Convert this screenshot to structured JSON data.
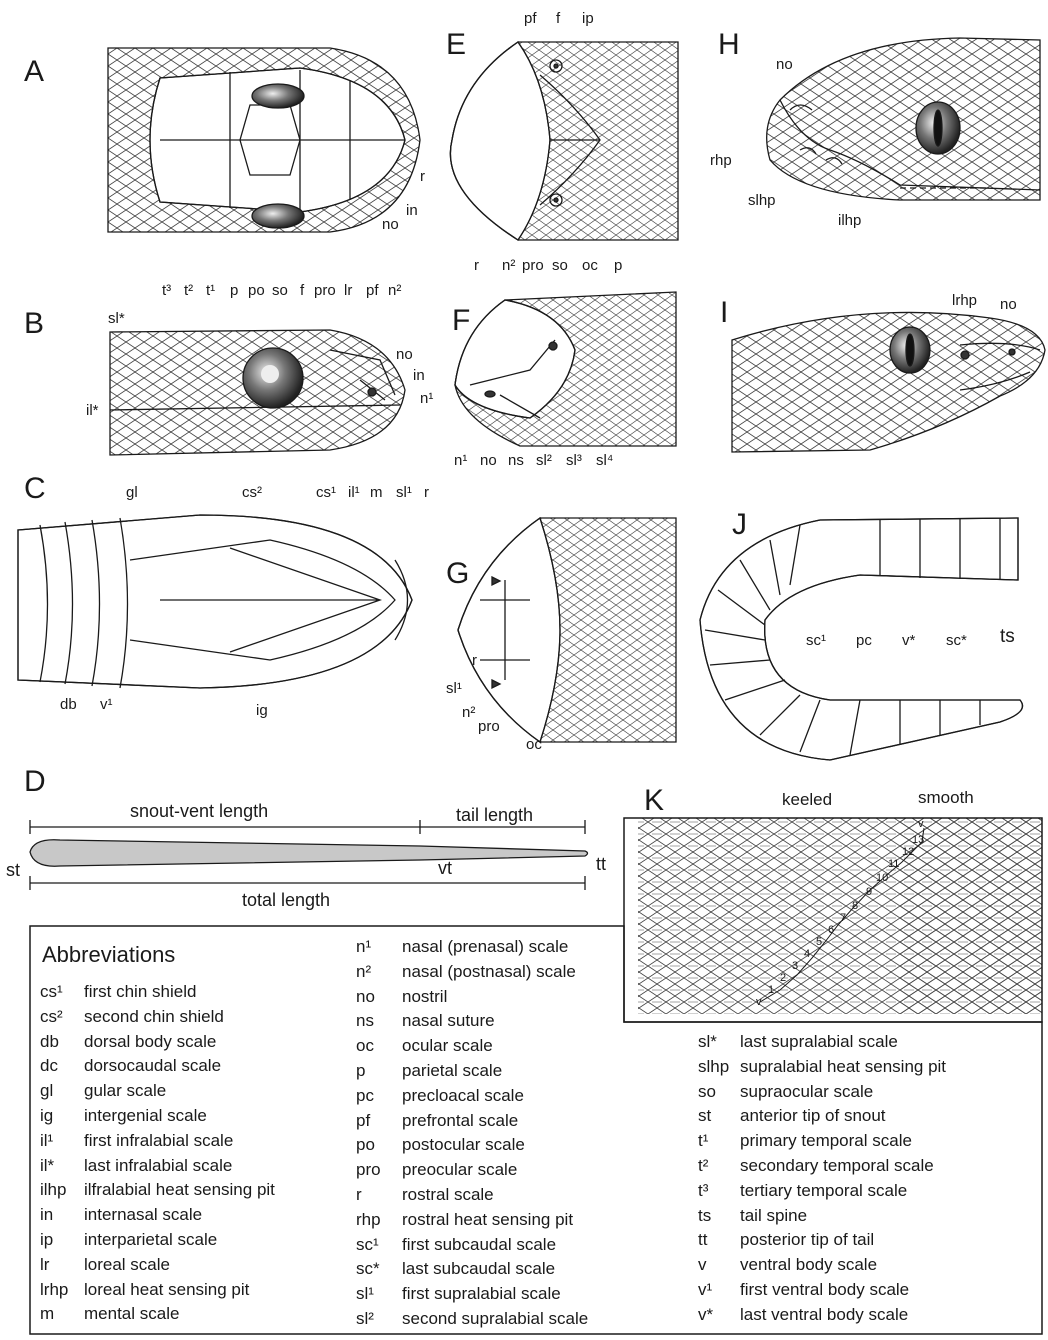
{
  "panels": {
    "A": {
      "letter": "A",
      "labels": [
        "t³",
        "t²",
        "t¹",
        "p",
        "po",
        "so",
        "f",
        "pro",
        "lr",
        "pf",
        "n²",
        "r",
        "in",
        "no"
      ]
    },
    "B": {
      "letter": "B",
      "labels": [
        "sl*",
        "il*",
        "no",
        "in",
        "n¹",
        "cs²",
        "cs¹",
        "il¹",
        "m",
        "sl¹",
        "r"
      ]
    },
    "C": {
      "letter": "C",
      "labels": [
        "gl",
        "db",
        "v¹",
        "ig"
      ]
    },
    "D": {
      "letter": "D",
      "labels": [
        "snout-vent length",
        "tail length",
        "total length",
        "st",
        "vt",
        "tt"
      ]
    },
    "E": {
      "letter": "E",
      "labels": [
        "pf",
        "f",
        "ip",
        "r",
        "n²",
        "pro",
        "so",
        "oc",
        "p"
      ]
    },
    "F": {
      "letter": "F",
      "labels": [
        "n¹",
        "no",
        "ns",
        "sl²",
        "sl³",
        "sl⁴"
      ]
    },
    "G": {
      "letter": "G",
      "labels": [
        "r",
        "sl¹",
        "n²",
        "pro",
        "oc"
      ]
    },
    "H": {
      "letter": "H",
      "labels": [
        "no",
        "rhp",
        "slhp",
        "ilhp"
      ]
    },
    "I": {
      "letter": "I",
      "labels": [
        "lrhp",
        "no"
      ]
    },
    "J": {
      "letter": "J",
      "labels": [
        "sc¹",
        "pc",
        "v*",
        "sc*",
        "ts"
      ]
    },
    "K": {
      "letter": "K",
      "labels": [
        "keeled",
        "smooth",
        "v",
        "13",
        "12",
        "11",
        "10",
        "9",
        "8",
        "7",
        "6",
        "5",
        "4",
        "3",
        "2",
        "1",
        "v"
      ]
    }
  },
  "abbreviations": {
    "title": "Abbreviations",
    "col1": [
      {
        "ab": "cs¹",
        "def": "first chin shield"
      },
      {
        "ab": "cs²",
        "def": "second chin shield"
      },
      {
        "ab": "db",
        "def": "dorsal body scale"
      },
      {
        "ab": "dc",
        "def": "dorsocaudal scale"
      },
      {
        "ab": "gl",
        "def": "gular scale"
      },
      {
        "ab": "ig",
        "def": "intergenial scale"
      },
      {
        "ab": "il¹",
        "def": "first infralabial scale"
      },
      {
        "ab": "il*",
        "def": "last infralabial scale"
      },
      {
        "ab": "ilhp",
        "def": "ilfralabial heat sensing pit"
      },
      {
        "ab": "in",
        "def": "internasal scale"
      },
      {
        "ab": "ip",
        "def": "interparietal scale"
      },
      {
        "ab": "lr",
        "def": "loreal scale"
      },
      {
        "ab": "lrhp",
        "def": "loreal heat sensing pit"
      },
      {
        "ab": "m",
        "def": "mental scale"
      }
    ],
    "col2": [
      {
        "ab": "n¹",
        "def": "nasal (prenasal) scale"
      },
      {
        "ab": "n²",
        "def": "nasal (postnasal) scale"
      },
      {
        "ab": "no",
        "def": "nostril"
      },
      {
        "ab": "ns",
        "def": "nasal suture"
      },
      {
        "ab": "oc",
        "def": "ocular scale"
      },
      {
        "ab": "p",
        "def": "parietal scale"
      },
      {
        "ab": "pc",
        "def": "precloacal scale"
      },
      {
        "ab": "pf",
        "def": "prefrontal scale"
      },
      {
        "ab": "po",
        "def": "postocular scale"
      },
      {
        "ab": "pro",
        "def": "preocular scale"
      },
      {
        "ab": "r",
        "def": "rostral scale"
      },
      {
        "ab": "rhp",
        "def": "rostral heat sensing pit"
      },
      {
        "ab": "sc¹",
        "def": "first subcaudal scale"
      },
      {
        "ab": "sc*",
        "def": "last subcaudal scale"
      },
      {
        "ab": "sl¹",
        "def": "first supralabial scale"
      },
      {
        "ab": "sl²",
        "def": "second supralabial scale"
      }
    ],
    "col3": [
      {
        "ab": "sl*",
        "def": "last supralabial scale"
      },
      {
        "ab": "slhp",
        "def": "supralabial heat sensing pit"
      },
      {
        "ab": "so",
        "def": "supraocular scale"
      },
      {
        "ab": "st",
        "def": "anterior tip of snout"
      },
      {
        "ab": "t¹",
        "def": "primary temporal scale"
      },
      {
        "ab": "t²",
        "def": "secondary temporal scale"
      },
      {
        "ab": "t³",
        "def": "tertiary temporal scale"
      },
      {
        "ab": "ts",
        "def": "tail spine"
      },
      {
        "ab": "tt",
        "def": "posterior tip of tail"
      },
      {
        "ab": "v",
        "def": "ventral body scale"
      },
      {
        "ab": "v¹",
        "def": "first ventral body scale"
      },
      {
        "ab": "v*",
        "def": "last ventral body scale"
      }
    ]
  },
  "colors": {
    "ink": "#1a1a1a",
    "body_fill": "#c8c8c8",
    "eye": "#555555"
  }
}
